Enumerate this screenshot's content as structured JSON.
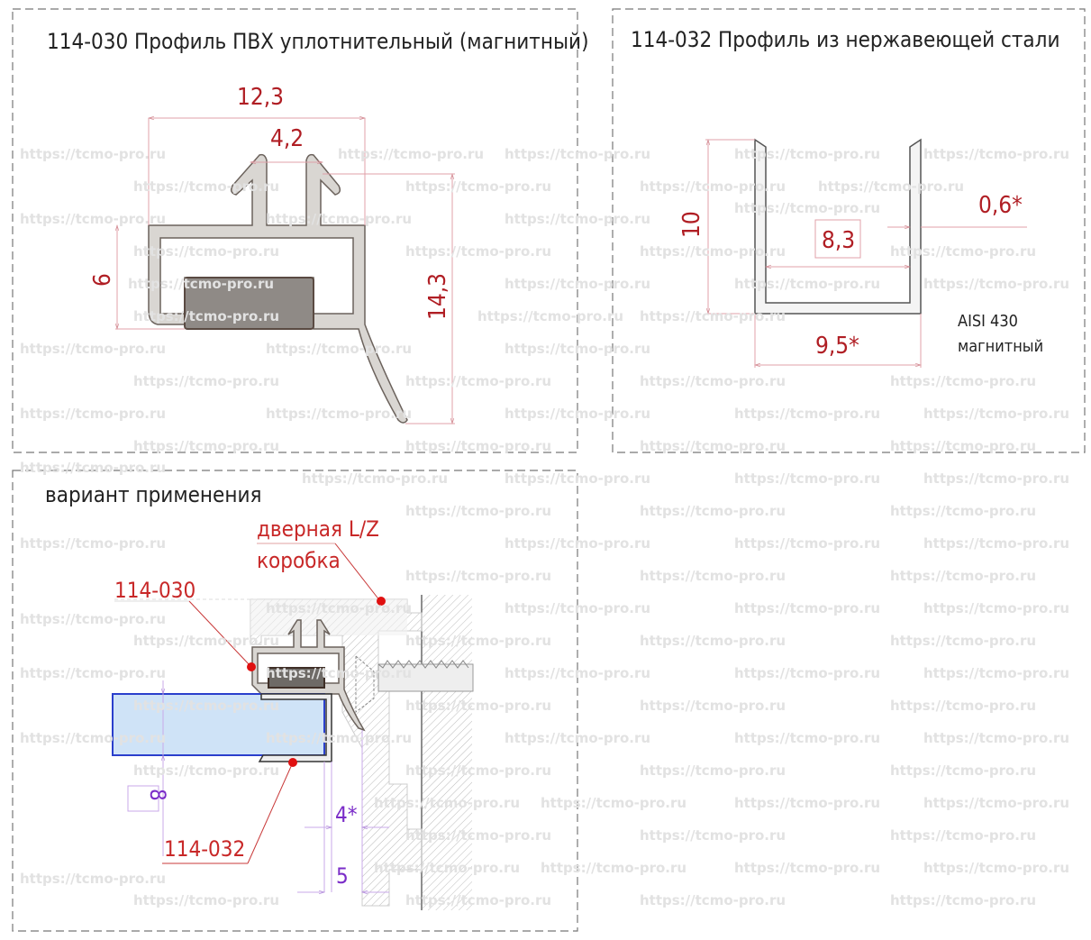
{
  "watermark": "https://tcmo-pro.ru",
  "panel1": {
    "title": "114-030 Профиль ПВХ уплотнительный (магнитный)",
    "dim_width": "12,3",
    "dim_gap": "4,2",
    "dim_height_inner": "6",
    "dim_height_total": "14,3"
  },
  "panel2": {
    "title": "114-032 Профиль из нержавеющей стали",
    "dim_height": "10",
    "dim_inner": "8,3",
    "dim_thickness": "0,6*",
    "dim_outer": "9,5*",
    "material": "AISI 430",
    "material_note": "магнитный"
  },
  "panel3": {
    "title": "вариант применения",
    "label_frame_line1": "дверная  L/Z",
    "label_frame_line2": "коробка",
    "label_seal": "114-030",
    "label_steel": "114-032",
    "dim_glass": "8",
    "dim_gap": "4*",
    "dim_offset": "5"
  },
  "colors": {
    "dimension": "#b01e24",
    "purple": "#7a2cc8",
    "glass": "#cfe3f7"
  }
}
